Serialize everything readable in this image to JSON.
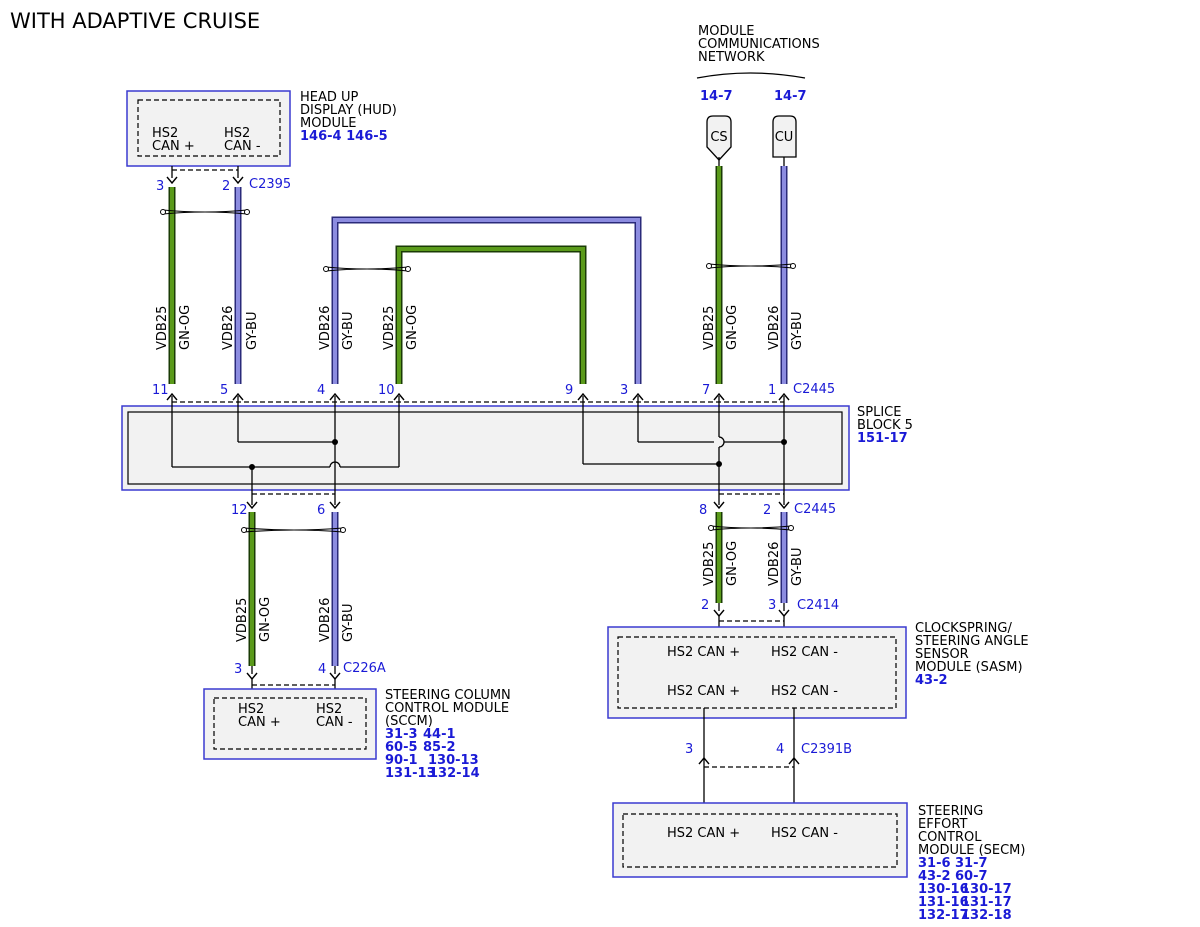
{
  "title": "WITH ADAPTIVE CRUISE",
  "network": {
    "lines": [
      "MODULE",
      "COMMUNICATIONS",
      "NETWORK"
    ],
    "refs": [
      "14-7",
      "14-7"
    ],
    "connectors": [
      "CS",
      "CU"
    ]
  },
  "hud": {
    "name_lines": [
      "HEAD UP",
      "DISPLAY (HUD)",
      "MODULE"
    ],
    "refs": "146-4 146-5",
    "pin_labels": [
      [
        "HS2",
        "CAN +"
      ],
      [
        "HS2",
        "CAN -"
      ]
    ],
    "connector": "C2395",
    "pins": [
      "3",
      "2"
    ]
  },
  "wires": {
    "vdb25": "VDB25",
    "vdb26": "VDB26",
    "gnog": "GN-OG",
    "gybu": "GY-BU"
  },
  "splice": {
    "name_lines": [
      "SPLICE",
      "BLOCK 5"
    ],
    "ref": "151-17",
    "top_connector": "C2445",
    "top_pins": [
      "11",
      "5",
      "4",
      "10",
      "9",
      "3",
      "7",
      "1"
    ],
    "bottom_connector": "C2445",
    "bottom_pins": [
      "12",
      "6",
      "8",
      "2"
    ]
  },
  "sccm": {
    "name_lines": [
      "STEERING COLUMN",
      "CONTROL MODULE",
      "(SCCM)"
    ],
    "refs": [
      [
        "31-3",
        "44-1"
      ],
      [
        "60-5",
        "85-2"
      ],
      [
        "90-1",
        "130-13"
      ],
      [
        "131-13",
        "132-14"
      ]
    ],
    "pin_labels": [
      [
        "HS2",
        "CAN +"
      ],
      [
        "HS2",
        "CAN -"
      ]
    ],
    "connector": "C226A",
    "pins": [
      "3",
      "4"
    ]
  },
  "sasm": {
    "name_lines": [
      "CLOCKSPRING/",
      "STEERING ANGLE",
      "SENSOR",
      "MODULE (SASM)"
    ],
    "ref": "43-2",
    "row1": [
      "HS2 CAN +",
      "HS2 CAN -"
    ],
    "row2": [
      "HS2 CAN +",
      "HS2 CAN -"
    ],
    "connector": "C2414",
    "pins": [
      "2",
      "3"
    ]
  },
  "secm": {
    "name_lines": [
      "STEERING",
      "EFFORT",
      "CONTROL",
      "MODULE (SECM)"
    ],
    "refs": [
      [
        "31-6",
        "31-7"
      ],
      [
        "43-2",
        "60-7"
      ],
      [
        "130-16",
        "130-17"
      ],
      [
        "131-16",
        "131-17"
      ],
      [
        "132-17",
        "132-18"
      ]
    ],
    "pin_labels": [
      "HS2 CAN +",
      "HS2 CAN -"
    ],
    "connector": "C2391B",
    "pins": [
      "3",
      "4"
    ]
  },
  "colors": {
    "green": "#4e8a14",
    "gray_blue": "#5a5ad6",
    "module_border": "#3a3ad0",
    "ref_blue": "#1a1ad6",
    "box_fill": "#f2f2f2"
  }
}
